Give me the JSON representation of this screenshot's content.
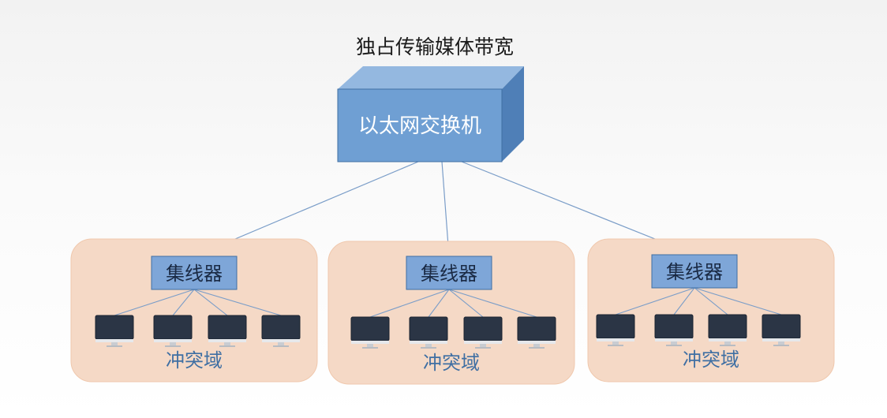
{
  "title": "独占传输媒体带宽",
  "switch": {
    "label": "以太网交换机"
  },
  "domains": [
    {
      "hub_label": "集线器",
      "domain_label": "冲突域",
      "computer_count": 4
    },
    {
      "hub_label": "集线器",
      "domain_label": "冲突域",
      "computer_count": 4
    },
    {
      "hub_label": "集线器",
      "domain_label": "冲突域",
      "computer_count": 4
    }
  ],
  "colors": {
    "box_front": "#6f9fd3",
    "box_top": "#94b8e0",
    "box_side": "#4f7fb7",
    "box_border": "#3f6fa3",
    "hub_fill": "#7ea6d8",
    "domain_fill": "#f5d9c6",
    "domain_border": "#f0c8ad",
    "line": "#7a9dc8",
    "screen": "#2b3545",
    "domain_text": "#3f6fa3",
    "title_text": "#1a1a1a"
  }
}
